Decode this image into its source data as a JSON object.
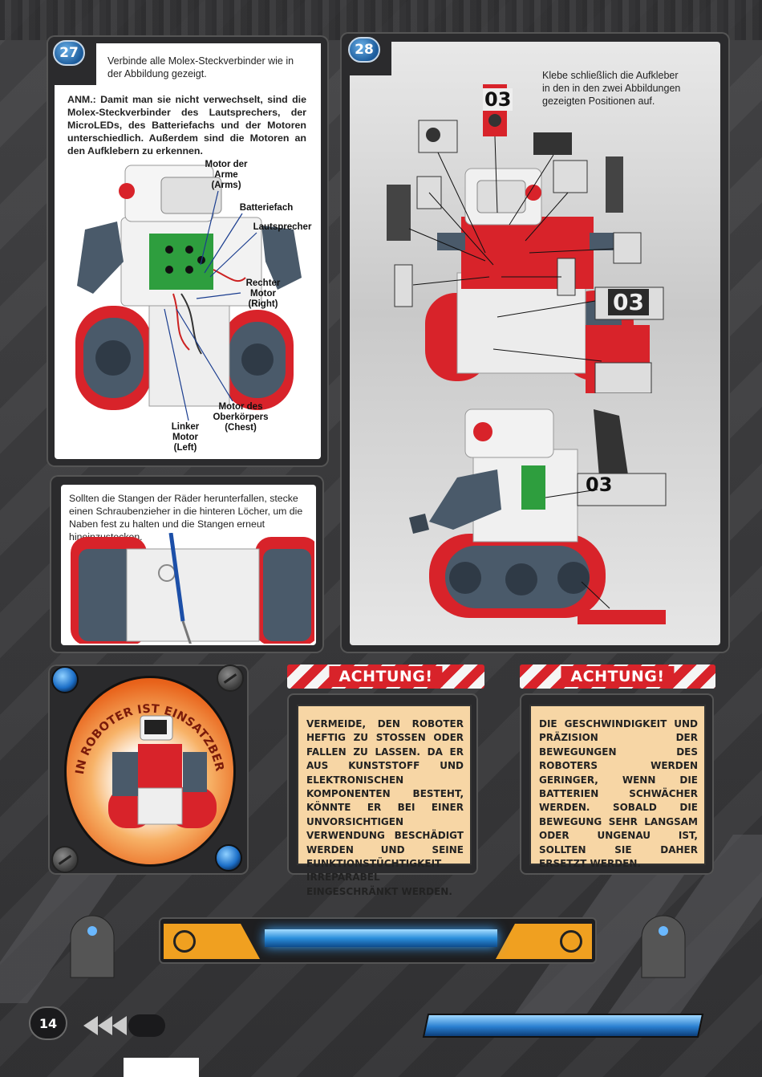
{
  "step27": {
    "number": "27",
    "intro": "Verbinde alle Molex-Steckverbinder wie in der Abbildung gezeigt.",
    "note": "ANM.: Damit man sie nicht verwechselt, sind die Molex-Steckverbinder des Lautsprechers, der MicroLEDs, des Batteriefachs und der Motoren unterschiedlich. Außerdem sind die Motoren an den Aufklebern zu erkennen.",
    "labels": {
      "arm_motor": "Motor der Arme (Arms)",
      "battery": "Batteriefach",
      "speaker": "Lautsprecher",
      "right_motor": "Rechter Motor (Right)",
      "chest_motor": "Motor des Oberkörpers (Chest)",
      "left_motor": "Linker Motor (Left)"
    }
  },
  "tip": {
    "text": "Sollten die Stangen der Räder herunterfallen, stecke einen Schraubenzieher in die hinteren Löcher, um die Naben fest zu halten und die Stangen erneut hineinzustecken."
  },
  "step28": {
    "number": "28",
    "intro": "Klebe schließlich die Aufkleber in den in den zwei Abbildungen gezeigten Positionen auf.",
    "sticker_code": "03"
  },
  "ready_badge": {
    "text": "DEIN ROBOTER IST EINSATZBEREIT"
  },
  "warnings": [
    {
      "title": "ACHTUNG!",
      "text": "VERMEIDE, DEN ROBOTER HEFTIG ZU STOSSEN ODER FALLEN ZU LASSEN. DA ER AUS KUNSTSTOFF UND ELEKTRONISCHEN KOMPONENTEN BESTEHT, KÖNNTE ER BEI EINER UNVORSICHTIGEN VERWENDUNG BESCHÄDIGT WERDEN UND SEINE FUNKTIONSTÜCHTIGKEIT IRREPARABEL EINGESCHRÄNKT WERDEN."
    },
    {
      "title": "ACHTUNG!",
      "text": "DIE GESCHWINDIGKEIT UND PRÄZISION DER BEWEGUNGEN DES ROBOTERS WERDEN GERINGER, WENN DIE BATTERIEN SCHWÄCHER WERDEN. SOBALD DIE BEWEGUNG SEHR LANGSAM ODER UNGENAU IST, SOLLTEN SIE DAHER ERSETZT WERDEN."
    }
  ],
  "footer": {
    "page_number": "14"
  },
  "colors": {
    "robot_red": "#d8232a",
    "robot_white": "#f2f2f2",
    "robot_slate": "#4a5a6a",
    "accent_blue": "#2b8fdc",
    "accent_orange": "#f0a020",
    "warning_bg": "#f7d6a5"
  }
}
